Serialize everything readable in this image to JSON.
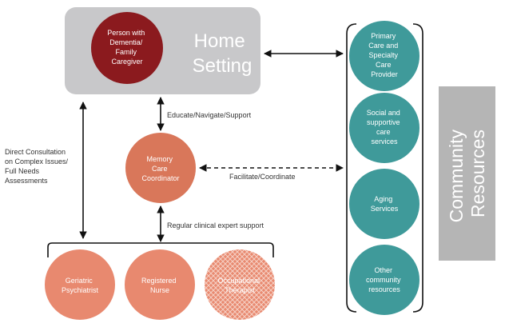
{
  "home_setting": {
    "title_lines": [
      "Home",
      "Setting"
    ],
    "person_lines": [
      "Person with",
      "Dementia/",
      "Family",
      "Caregiver"
    ]
  },
  "coordinator": {
    "lines": [
      "Memory",
      "Care",
      "Coordinator"
    ]
  },
  "team": [
    {
      "lines": [
        "Geriatric",
        "Psychiatrist"
      ]
    },
    {
      "lines": [
        "Registered",
        "Nurse"
      ]
    },
    {
      "lines": [
        "Occupational",
        "Therapist"
      ]
    }
  ],
  "community_resources": {
    "title_lines": [
      "Community",
      "Resources"
    ],
    "items": [
      {
        "lines": [
          "Primary",
          "Care and",
          "Specialty",
          "Care",
          "Provider"
        ]
      },
      {
        "lines": [
          "Social and",
          "supportive",
          "care",
          "services"
        ]
      },
      {
        "lines": [
          "Aging",
          "Services"
        ]
      },
      {
        "lines": [
          "Other",
          "community",
          "resources"
        ]
      }
    ]
  },
  "connections": {
    "educate": "Educate/Navigate/Support",
    "facilitate": "Facilitate/Coordinate",
    "regular": "Regular clinical expert support",
    "direct_lines": [
      "Direct Consultation",
      "on Complex Issues/",
      "Full Needs",
      "Assessments"
    ]
  },
  "colors": {
    "home_box": "#c8c8ca",
    "person": "#8b1a1e",
    "coordinator": "#d9775a",
    "team": "#e8896f",
    "community_circle": "#3f9a9a",
    "community_box": "#b5b5b5"
  }
}
